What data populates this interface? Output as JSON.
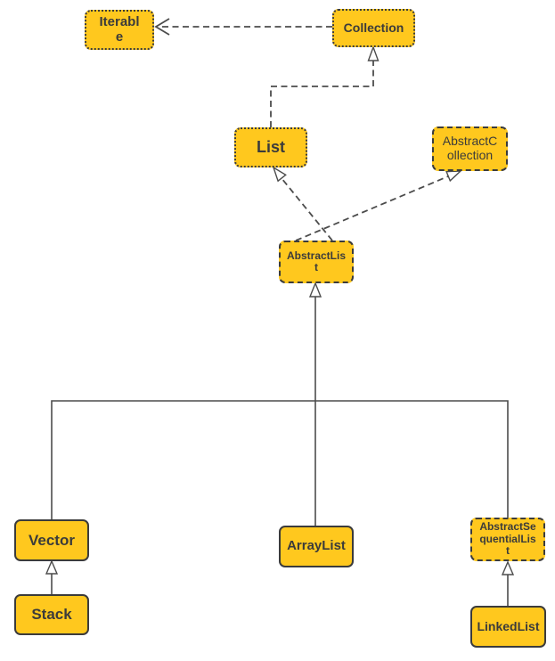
{
  "nodes": {
    "iterable": {
      "label": "Iterable",
      "display": "Iterabl\ne",
      "stereotype": "interface"
    },
    "collection": {
      "label": "Collection",
      "display": "Collection",
      "stereotype": "interface"
    },
    "list": {
      "label": "List",
      "display": "List",
      "stereotype": "interface"
    },
    "abstract_collection": {
      "label": "AbstractCollection",
      "display": "AbstractC\nollection",
      "stereotype": "abstract"
    },
    "abstract_list": {
      "label": "AbstractList",
      "display": "AbstractLis\nt",
      "stereotype": "abstract"
    },
    "vector": {
      "label": "Vector",
      "display": "Vector",
      "stereotype": "class"
    },
    "array_list": {
      "label": "ArrayList",
      "display": "ArrayList",
      "stereotype": "class"
    },
    "abstract_sequential_list": {
      "label": "AbstractSequentialList",
      "display": "AbstractSe\nquentialLis\nt",
      "stereotype": "abstract"
    },
    "stack": {
      "label": "Stack",
      "display": "Stack",
      "stereotype": "class"
    },
    "linked_list": {
      "label": "LinkedList",
      "display": "LinkedList",
      "stereotype": "class"
    }
  },
  "edges": [
    {
      "from": "Collection",
      "to": "Iterable",
      "line": "dashed",
      "arrowhead": "open"
    },
    {
      "from": "List",
      "to": "Collection",
      "line": "dashed",
      "arrowhead": "hollow-triangle"
    },
    {
      "from": "AbstractList",
      "to": "List",
      "line": "dashed",
      "arrowhead": "hollow-triangle"
    },
    {
      "from": "AbstractList",
      "to": "AbstractCollection",
      "line": "dashed",
      "arrowhead": "hollow-triangle"
    },
    {
      "from": "Vector",
      "to": "AbstractList",
      "line": "solid",
      "arrowhead": "hollow-triangle"
    },
    {
      "from": "ArrayList",
      "to": "AbstractList",
      "line": "solid",
      "arrowhead": "hollow-triangle"
    },
    {
      "from": "AbstractSequentialList",
      "to": "AbstractList",
      "line": "solid",
      "arrowhead": "hollow-triangle"
    },
    {
      "from": "Stack",
      "to": "Vector",
      "line": "solid",
      "arrowhead": "hollow-triangle"
    },
    {
      "from": "LinkedList",
      "to": "AbstractSequentialList",
      "line": "solid",
      "arrowhead": "hollow-triangle"
    }
  ],
  "colors": {
    "node_fill": "#FFC81E",
    "node_border": "#3B3B3B",
    "label_text": "#3B3B3B",
    "connector": "#4C4C4C",
    "background": "#FFFFFF"
  }
}
